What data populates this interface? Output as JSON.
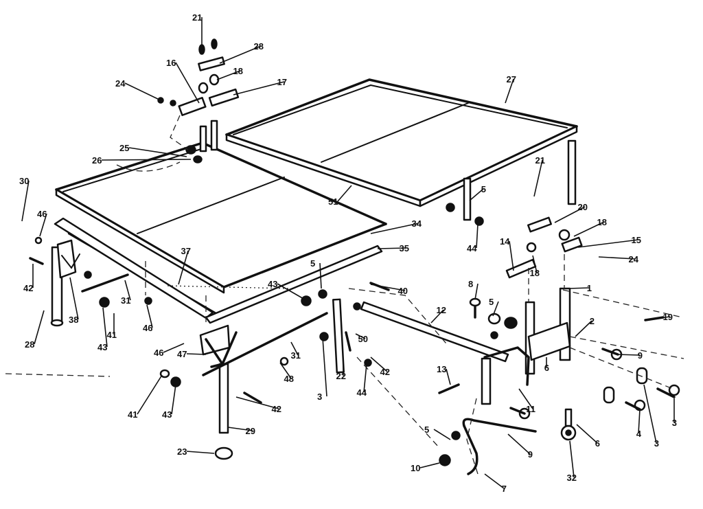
{
  "diagram": {
    "callouts": [
      {
        "label": "21"
      },
      {
        "label": "28"
      },
      {
        "label": "16"
      },
      {
        "label": "18"
      },
      {
        "label": "17"
      },
      {
        "label": "24"
      },
      {
        "label": "25"
      },
      {
        "label": "26"
      },
      {
        "label": "27"
      },
      {
        "label": "51"
      },
      {
        "label": "30"
      },
      {
        "label": "46"
      },
      {
        "label": "42"
      },
      {
        "label": "37"
      },
      {
        "label": "34"
      },
      {
        "label": "35"
      },
      {
        "label": "5"
      },
      {
        "label": "40"
      },
      {
        "label": "43"
      },
      {
        "label": "31"
      },
      {
        "label": "38"
      },
      {
        "label": "41"
      },
      {
        "label": "46"
      },
      {
        "label": "28"
      },
      {
        "label": "43"
      },
      {
        "label": "46"
      },
      {
        "label": "47"
      },
      {
        "label": "48"
      },
      {
        "label": "31"
      },
      {
        "label": "50"
      },
      {
        "label": "42"
      },
      {
        "label": "22"
      },
      {
        "label": "3"
      },
      {
        "label": "44"
      },
      {
        "label": "41"
      },
      {
        "label": "43"
      },
      {
        "label": "42"
      },
      {
        "label": "29"
      },
      {
        "label": "23"
      },
      {
        "label": "21"
      },
      {
        "label": "5"
      },
      {
        "label": "44"
      },
      {
        "label": "20"
      },
      {
        "label": "18"
      },
      {
        "label": "15"
      },
      {
        "label": "24"
      },
      {
        "label": "14"
      },
      {
        "label": "18"
      },
      {
        "label": "1"
      },
      {
        "label": "8"
      },
      {
        "label": "5"
      },
      {
        "label": "12"
      },
      {
        "label": "19"
      },
      {
        "label": "2"
      },
      {
        "label": "9"
      },
      {
        "label": "6"
      },
      {
        "label": "13"
      },
      {
        "label": "11"
      },
      {
        "label": "3"
      },
      {
        "label": "4"
      },
      {
        "label": "3"
      },
      {
        "label": "6"
      },
      {
        "label": "5"
      },
      {
        "label": "9"
      },
      {
        "label": "7"
      },
      {
        "label": "10"
      },
      {
        "label": "32"
      }
    ]
  }
}
